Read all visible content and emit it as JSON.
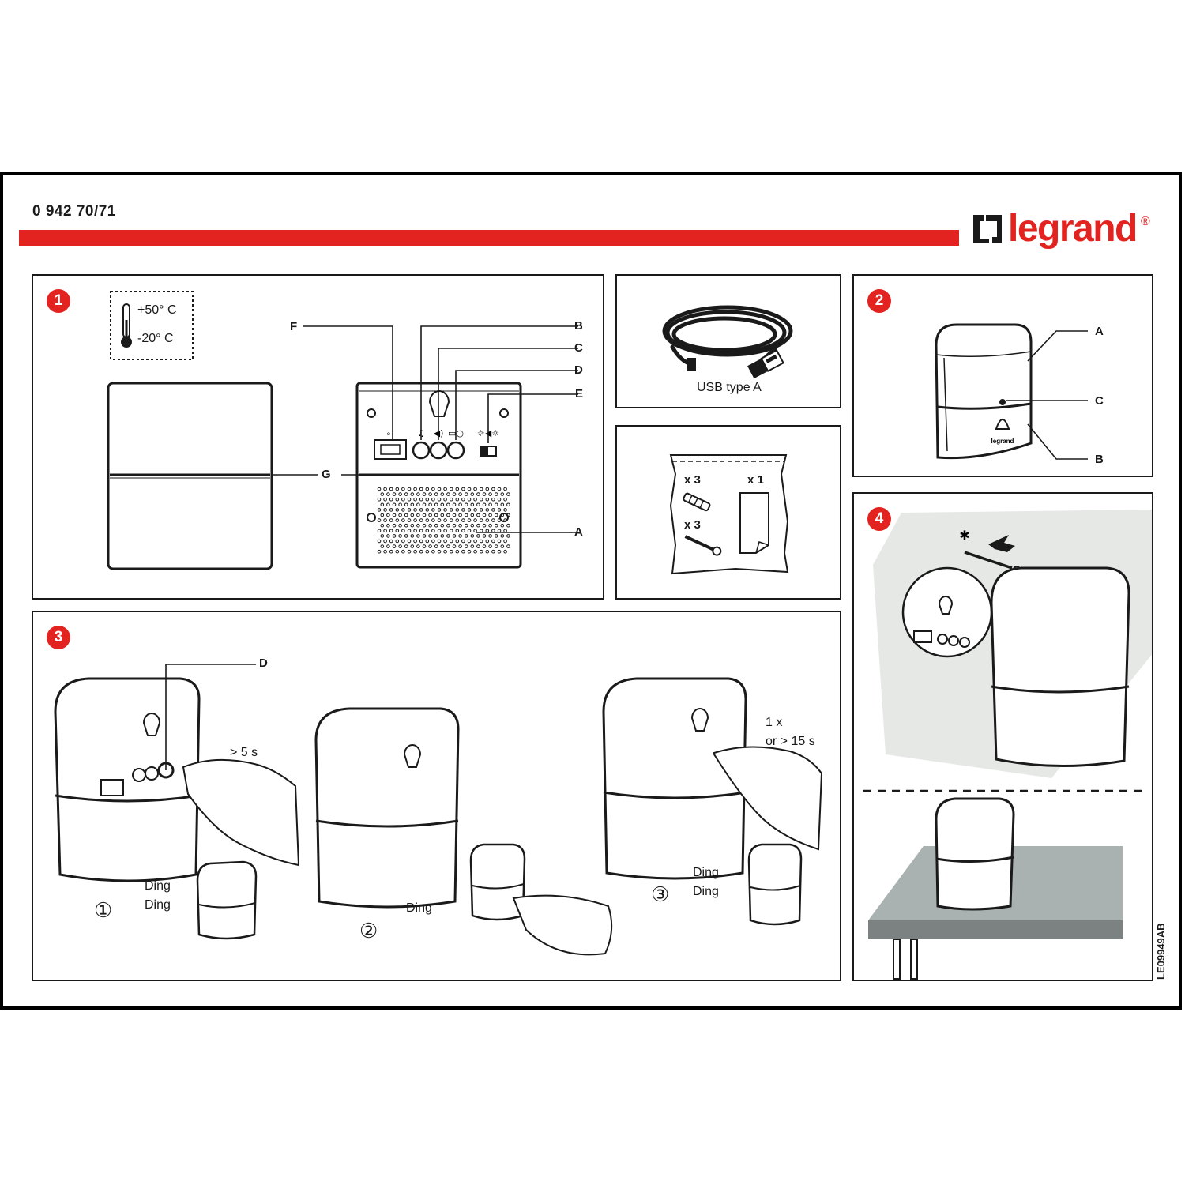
{
  "header": {
    "product_code": "0 942 70/71",
    "brand_name": "legrand",
    "registered_mark": "®"
  },
  "colors": {
    "accent": "#e3231f",
    "line": "#1a1a1a",
    "wall": "#e6e8e6",
    "table": "#a9b2b0"
  },
  "panel1": {
    "step": "1",
    "temp_max": "+50° C",
    "temp_min": "-20° C",
    "callouts": {
      "a": "A",
      "b": "B",
      "c": "C",
      "d": "D",
      "e": "E",
      "f": "F",
      "g": "G"
    }
  },
  "panel_usb": {
    "caption": "USB type A"
  },
  "panel_kit": {
    "plugs_qty": "x 3",
    "screws_qty": "x 3",
    "label_qty": "x 1"
  },
  "panel2": {
    "step": "2",
    "callouts": {
      "a": "A",
      "b": "B",
      "c": "C"
    }
  },
  "panel3": {
    "step": "3",
    "callout_d": "D",
    "stage1": {
      "number": "①",
      "hold_time": "> 5 s",
      "sound_line1": "Ding",
      "sound_line2": "Ding"
    },
    "stage2": {
      "number": "②",
      "sound": "Ding"
    },
    "stage3": {
      "number": "③",
      "press_once": "1 x",
      "press_long": "or > 15 s",
      "sound_line1": "Ding",
      "sound_line2": "Ding"
    }
  },
  "panel4": {
    "step": "4"
  },
  "footer": {
    "document_ref": "LE09949AB"
  }
}
